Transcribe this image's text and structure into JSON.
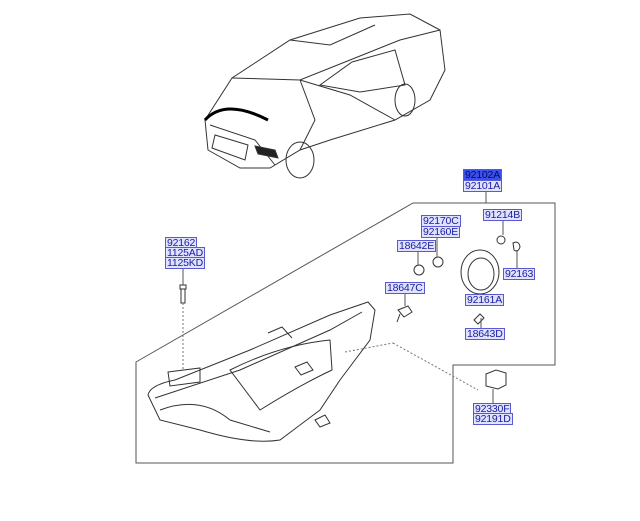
{
  "labels": {
    "assembly": [
      "92102A",
      "92101A"
    ],
    "bolt_group": [
      "92162",
      "1125AD",
      "1125KD"
    ],
    "socket_group": [
      "92170C",
      "92160E"
    ],
    "cap_nut": "91214B",
    "bulb_18642": "18642E",
    "clip": "92163",
    "bulb_18647": "18647C",
    "cover": "92161A",
    "bulb_18643": "18643D",
    "module_group": [
      "92330F",
      "92191D"
    ]
  },
  "colors": {
    "label_bg": "#dfe3ff",
    "label_text": "#1a1aa0",
    "highlight": "#3a4ff0"
  }
}
